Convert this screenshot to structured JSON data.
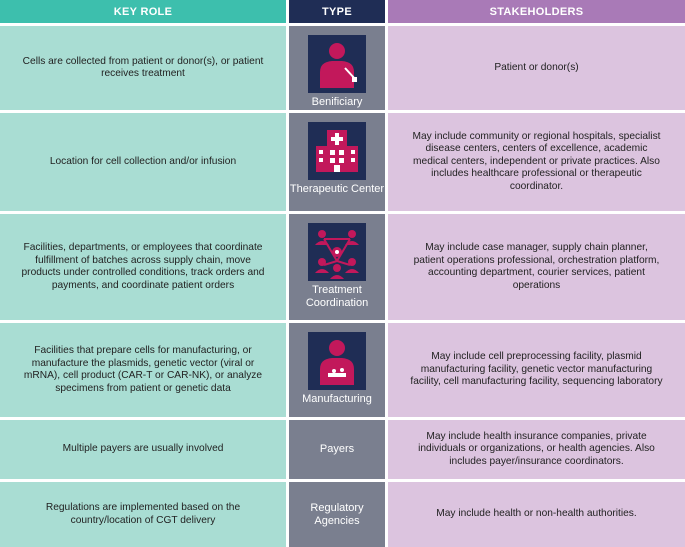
{
  "headers": {
    "key_role": "KEY ROLE",
    "type": "TYPE",
    "stakeholders": "STAKEHOLDERS"
  },
  "rows": [
    {
      "role": "Cells are collected from patient or donor(s), or patient receives treatment",
      "type": "Benificiary",
      "icon": "person-icon",
      "stakeholders": "Patient or donor(s)"
    },
    {
      "role": "Location for cell collection and/or infusion",
      "type": "Therapeutic Center",
      "icon": "hospital-icon",
      "stakeholders": "May include community or regional hospitals, specialist disease centers, centers of excellence, academic medical centers, independent or private practices. Also includes healthcare professional or therapeutic coordinator."
    },
    {
      "role": "Facilities, departments, or employees that coordinate fulfillment of batches across supply chain, move products under controlled conditions, track orders and payments, and coordinate patient orders",
      "type": "Treatment Coordination",
      "icon": "network-icon",
      "stakeholders": "May include case manager, supply chain planner, patient operations professional, orchestration platform, accounting department, courier services, patient operations"
    },
    {
      "role": "Facilities that prepare cells for manufacturing, or manufacture the plasmids, genetic vector (viral or mRNA), cell product (CAR-T or CAR-NK), or analyze specimens from patient or genetic data",
      "type": "Manufacturing",
      "icon": "technician-icon",
      "stakeholders": "May include cell preprocessing facility, plasmid manufacturing facility, genetic vector manufacturing facility, cell manufacturing facility, sequencing laboratory"
    },
    {
      "role": "Multiple payers are usually involved",
      "type": "Payers",
      "icon": "",
      "stakeholders": "May include health insurance companies, private individuals or organizations, or health agencies. Also includes payer/insurance coordinators."
    },
    {
      "role": "Regulations are implemented based on the country/location of CGT delivery",
      "type": "Regulatory Agencies",
      "icon": "",
      "stakeholders": "May include health or non-health authorities."
    }
  ],
  "colors": {
    "role_header": "#3dbfad",
    "type_header": "#1f2d55",
    "stakeholder_header": "#a97ab7",
    "role_cell": "#a9ddd3",
    "type_cell": "#7a7f8f",
    "stakeholder_cell": "#dcc4df",
    "icon_accent": "#c2185b"
  }
}
